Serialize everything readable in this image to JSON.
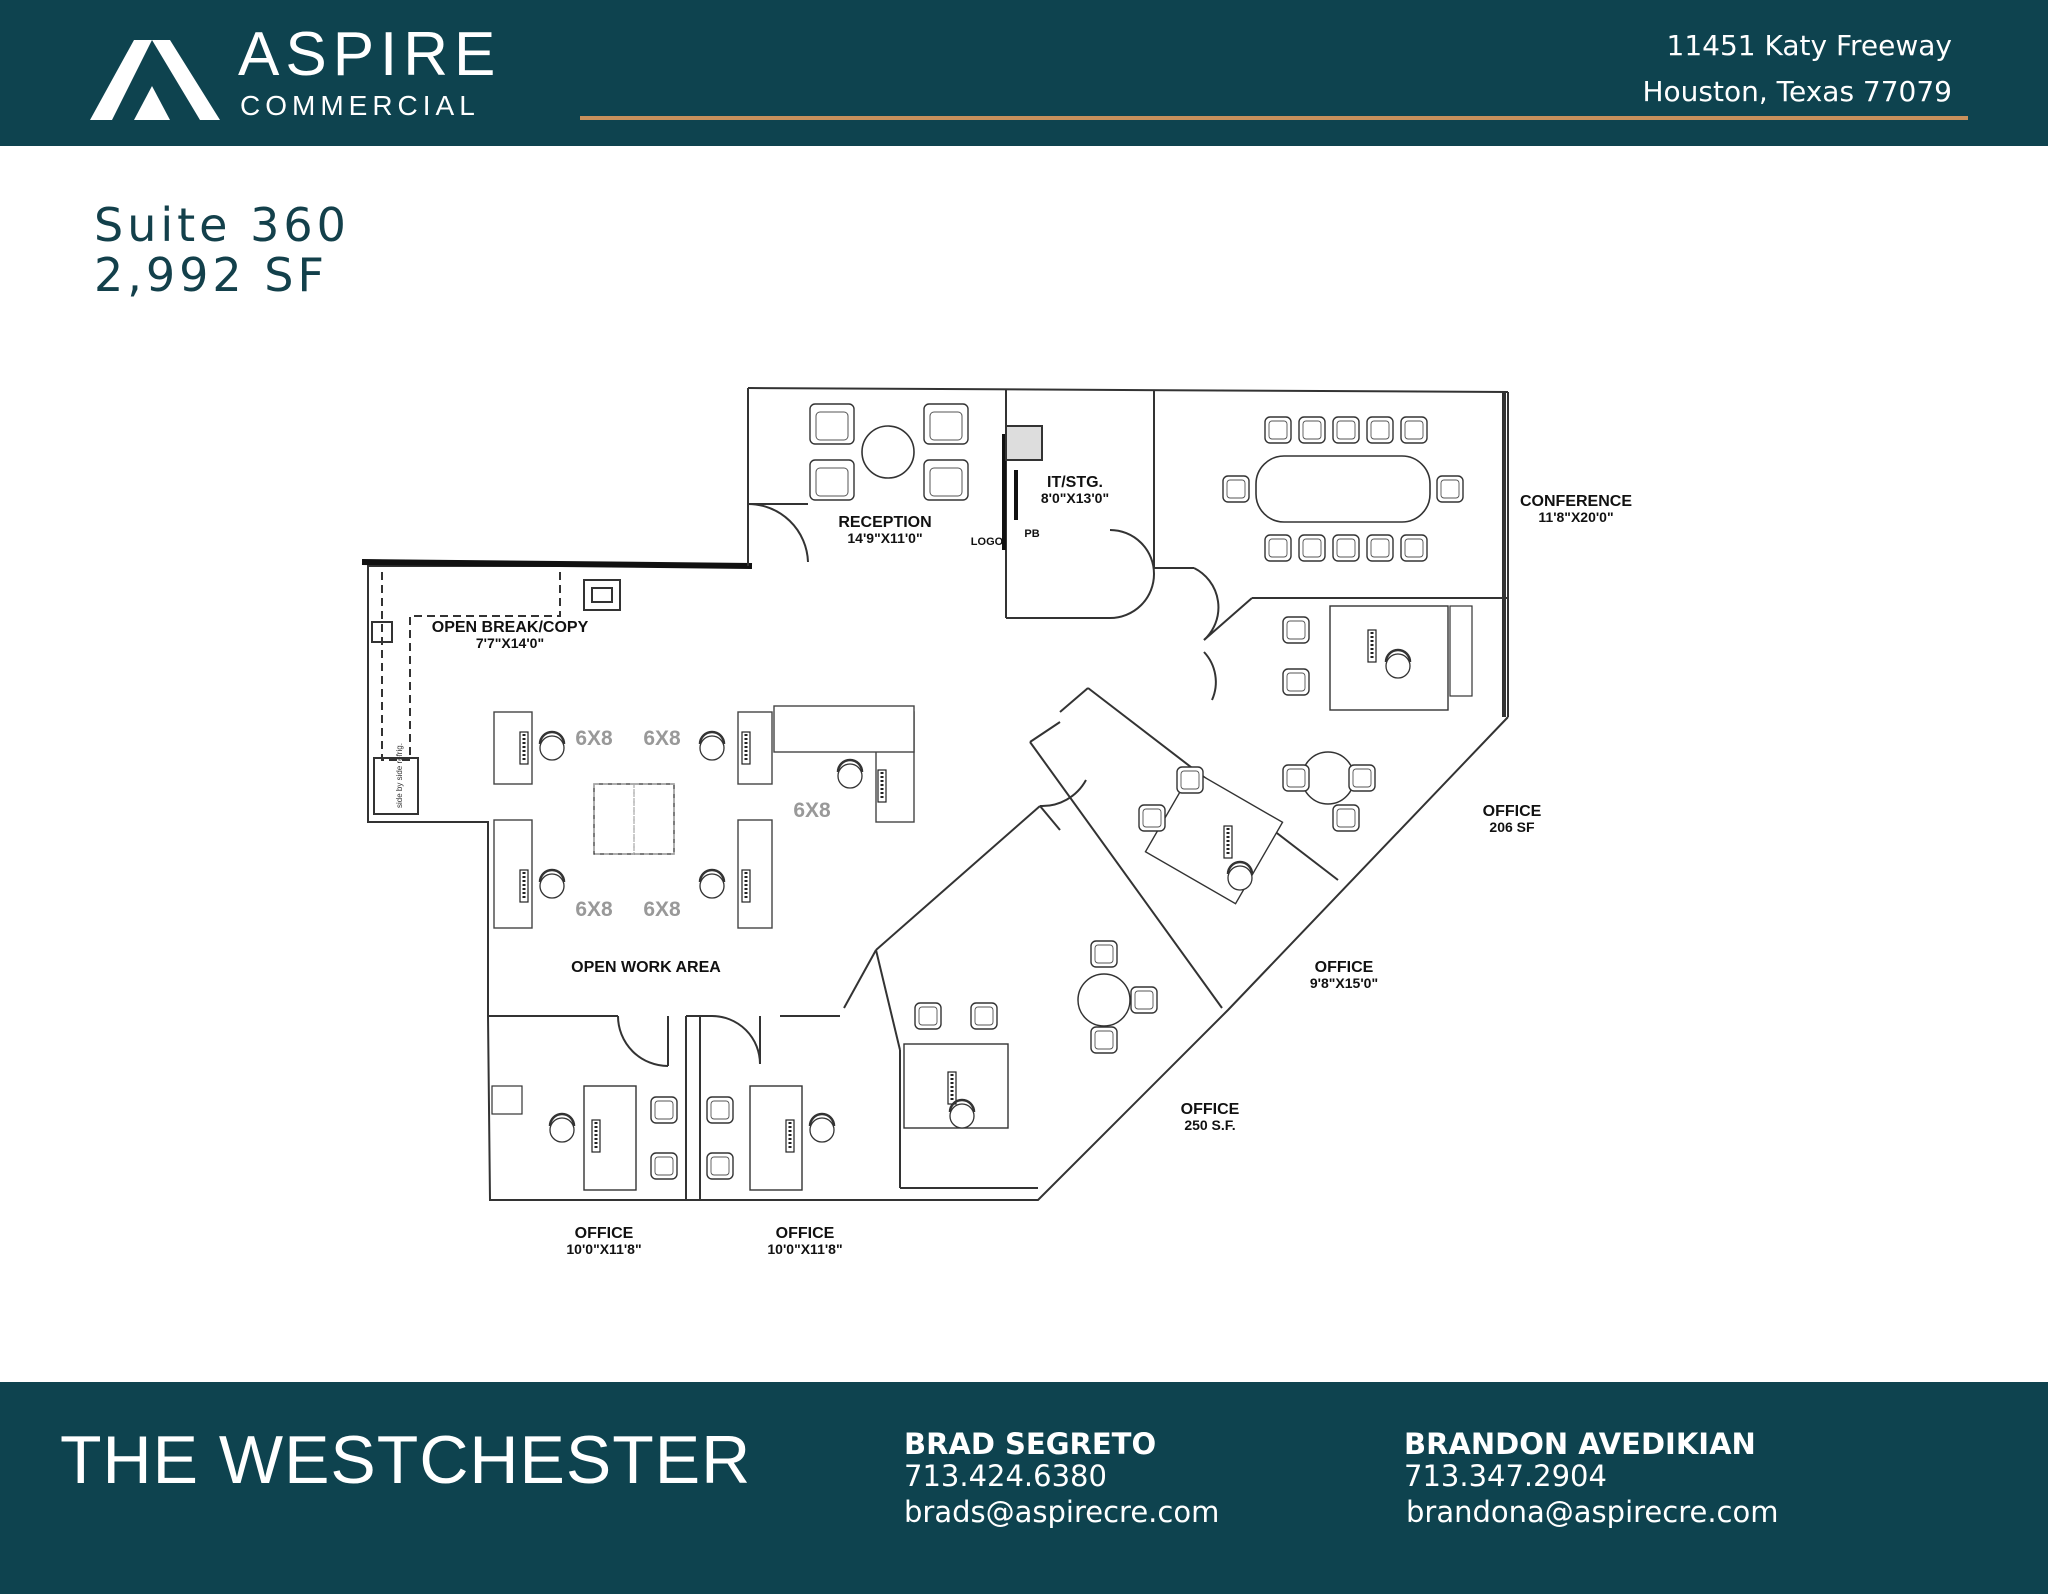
{
  "header": {
    "brand_name": "ASPIRE",
    "brand_sub": "COMMERCIAL",
    "address_line1": "11451 Katy Freeway",
    "address_line2": "Houston, Texas 77079"
  },
  "suite": {
    "name": "Suite 360",
    "area": "2,992 SF"
  },
  "plan_labels": {
    "reception_name": "RECEPTION",
    "reception_dim": "14'9\"X11'0\"",
    "it_name": "IT/STG.",
    "it_dim": "8'0\"X13'0\"",
    "logo": "LOGO",
    "pb": "PB",
    "conference_name": "CONFERENCE",
    "conference_dim": "11'8\"X20'0\"",
    "break_name": "OPEN BREAK/COPY",
    "break_dim": "7'7\"X14'0\"",
    "workstation": "6X8",
    "open_work": "OPEN WORK AREA",
    "office_name": "OFFICE",
    "office_206": "206 SF",
    "office_98": "9'8\"X15'0\"",
    "office_250": "250 S.F.",
    "office_10": "10'0\"X11'8\"",
    "side_by_side": "side by side refrig."
  },
  "footer": {
    "building": "THE WESTCHESTER",
    "contacts": [
      {
        "name": "BRAD SEGRETO",
        "phone": "713.424.6380",
        "email": "brads@aspirecre.com"
      },
      {
        "name": "BRANDON AVEDIKIAN",
        "phone": "713.347.2904",
        "email": "brandona@aspirecre.com"
      }
    ]
  },
  "colors": {
    "brand_teal": "#0e434f",
    "accent_gold": "#c8905c",
    "title_teal": "#13404b"
  }
}
